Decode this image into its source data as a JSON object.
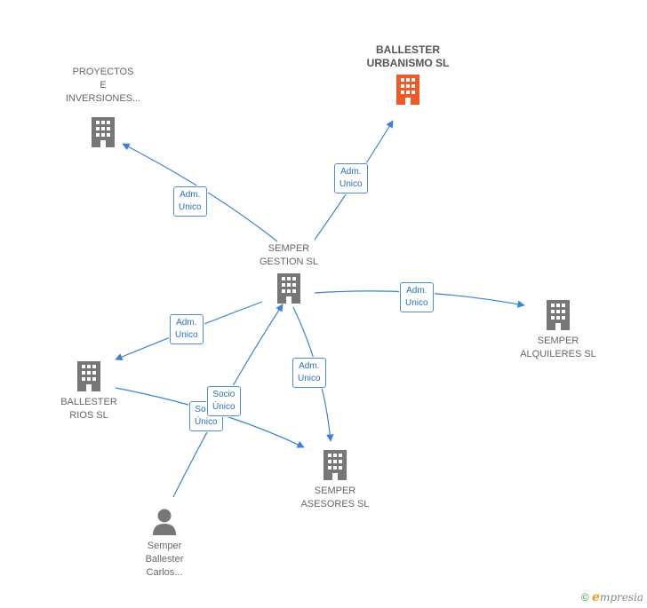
{
  "nodes": {
    "proyectos": {
      "label": "PROYECTOS\nE\nINVERSIONES...",
      "type": "company",
      "color": "#777777"
    },
    "ballester_urbanismo": {
      "label": "BALLESTER\nURBANISMO SL",
      "type": "company",
      "color": "#f05a28"
    },
    "semper_gestion": {
      "label": "SEMPER\nGESTION SL",
      "type": "company",
      "color": "#777777"
    },
    "semper_alquileres": {
      "label": "SEMPER\nALQUILERES SL",
      "type": "company",
      "color": "#777777"
    },
    "ballester_rios": {
      "label": "BALLESTER\nRIOS SL",
      "type": "company",
      "color": "#777777"
    },
    "semper_asesores": {
      "label": "SEMPER\nASESORES SL",
      "type": "company",
      "color": "#777777"
    },
    "semper_carlos": {
      "label": "Semper\nBallester\nCarlos...",
      "type": "person",
      "color": "#777777"
    }
  },
  "edges": [
    {
      "id": "e1",
      "label": "Adm.\nUnico"
    },
    {
      "id": "e2",
      "label": "Adm.\nUnico"
    },
    {
      "id": "e3",
      "label": "Adm.\nUnico"
    },
    {
      "id": "e4",
      "label": "Adm.\nUnico"
    },
    {
      "id": "e5",
      "label": "Adm.\nUnico"
    },
    {
      "id": "e6",
      "label": "Socio\nÚnico"
    },
    {
      "id": "e7",
      "label": "Socio\nÚnico"
    }
  ],
  "footer": {
    "copyright": "©",
    "brand_initial": "e",
    "brand_rest": "mpresia"
  },
  "colors": {
    "edge": "#3b82d6",
    "company_icon": "#777777",
    "highlight_icon": "#f05a28"
  },
  "icons": {
    "company": "building-icon",
    "person": "person-icon"
  }
}
